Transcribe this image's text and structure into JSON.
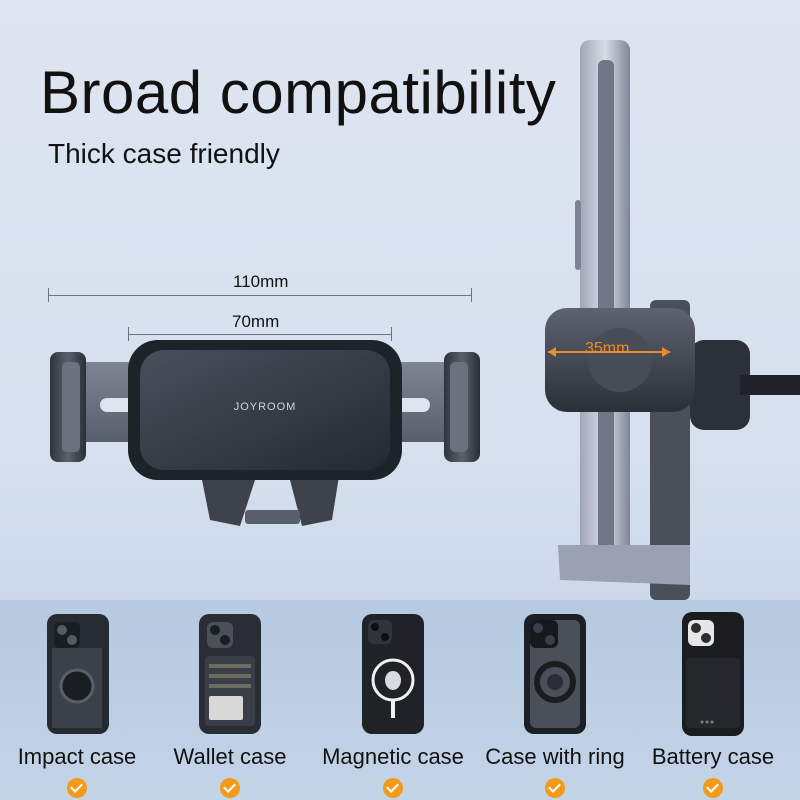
{
  "header": {
    "title": "Broad compatibility",
    "subtitle": "Thick case friendly"
  },
  "product": {
    "brand": "JOYROOM",
    "width_outer": "110mm",
    "width_inner": "70mm",
    "depth": "35mm"
  },
  "cases": [
    {
      "label": "Impact case",
      "icon": "impact-case-icon"
    },
    {
      "label": "Wallet case",
      "icon": "wallet-case-icon"
    },
    {
      "label": "Magnetic case",
      "icon": "magnetic-case-icon"
    },
    {
      "label": "Case with ring",
      "icon": "ring-case-icon"
    },
    {
      "label": "Battery case",
      "icon": "battery-case-icon"
    }
  ],
  "colors": {
    "accent": "#f39a1a",
    "depth_marker": "#f08a24"
  }
}
